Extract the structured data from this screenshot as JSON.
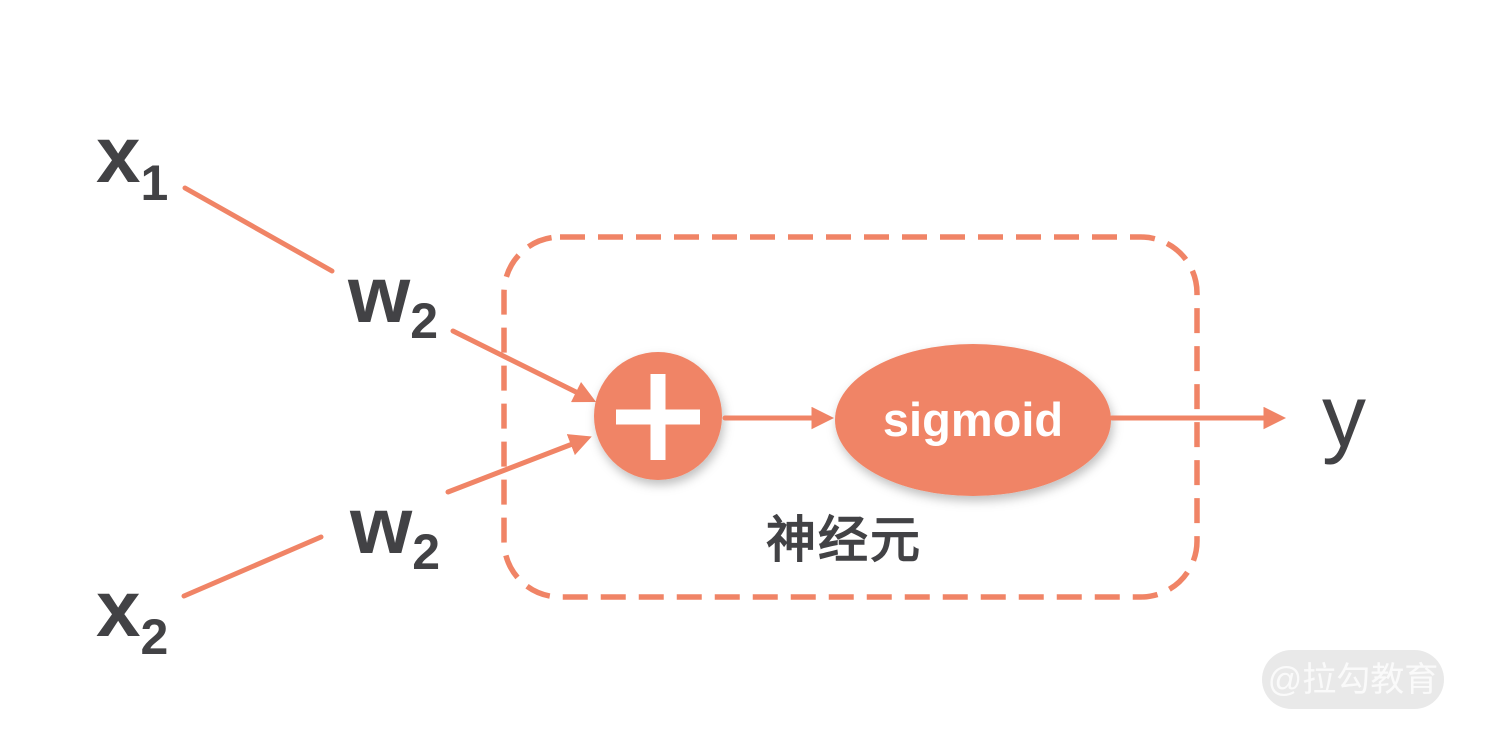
{
  "diagram": {
    "type": "neural-network-neuron",
    "colors": {
      "accent": "#F08466",
      "text": "#424245",
      "background": "#FFFFFF",
      "watermark_bg": "#E9E9E9",
      "watermark_text": "#FAFAFA"
    },
    "inputs": [
      {
        "base": "x",
        "sub": "1"
      },
      {
        "base": "x",
        "sub": "2"
      }
    ],
    "weights": [
      {
        "base": "w",
        "sub": "2"
      },
      {
        "base": "w",
        "sub": "2"
      }
    ],
    "sum_node": {
      "symbol": "+"
    },
    "activation_node": {
      "label": "sigmoid"
    },
    "output": {
      "label": "y"
    },
    "boundary_label": "神经元",
    "watermark": {
      "label": "@拉勾教育"
    }
  }
}
